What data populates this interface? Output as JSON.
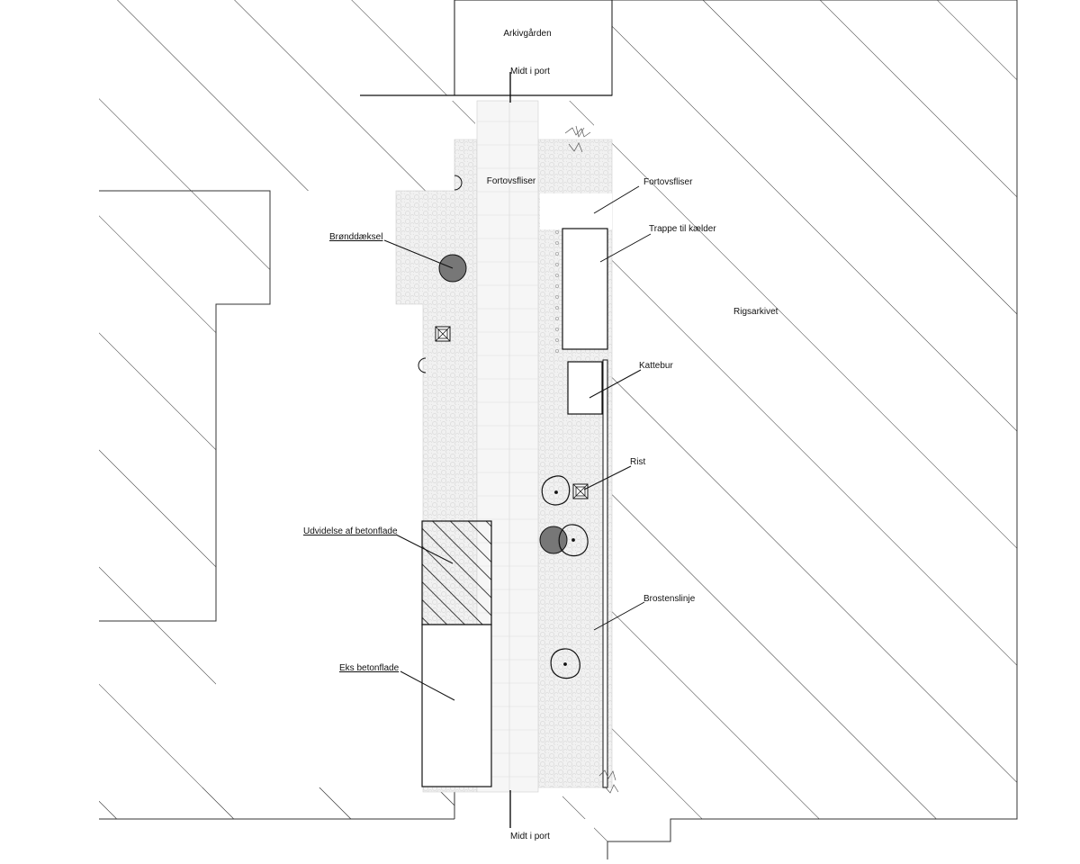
{
  "plan": {
    "labels": {
      "arkivgaarden": "Arkivgården",
      "midt_top": "Midt i port",
      "midt_bottom": "Midt i port",
      "fortovsfliser_center": "Fortovsfliser",
      "fortovsfliser_right": "Fortovsfliser",
      "trappe": "Trappe til kælder",
      "rigsarkivet": "Rigsarkivet",
      "katteburs": "Kattebur",
      "rist": "Rist",
      "brostenslinje": "Brostenslinje",
      "bronddaeksel": "Brønddæksel",
      "udvidelse": "Udvidelse af betonflade",
      "eks_beton": "Eks betonflade"
    },
    "colors": {
      "line": "#111111",
      "hatch": "#222222",
      "paving": "#f2f2f2",
      "cobble": "#eeeeee",
      "manhole": "#777777"
    }
  }
}
